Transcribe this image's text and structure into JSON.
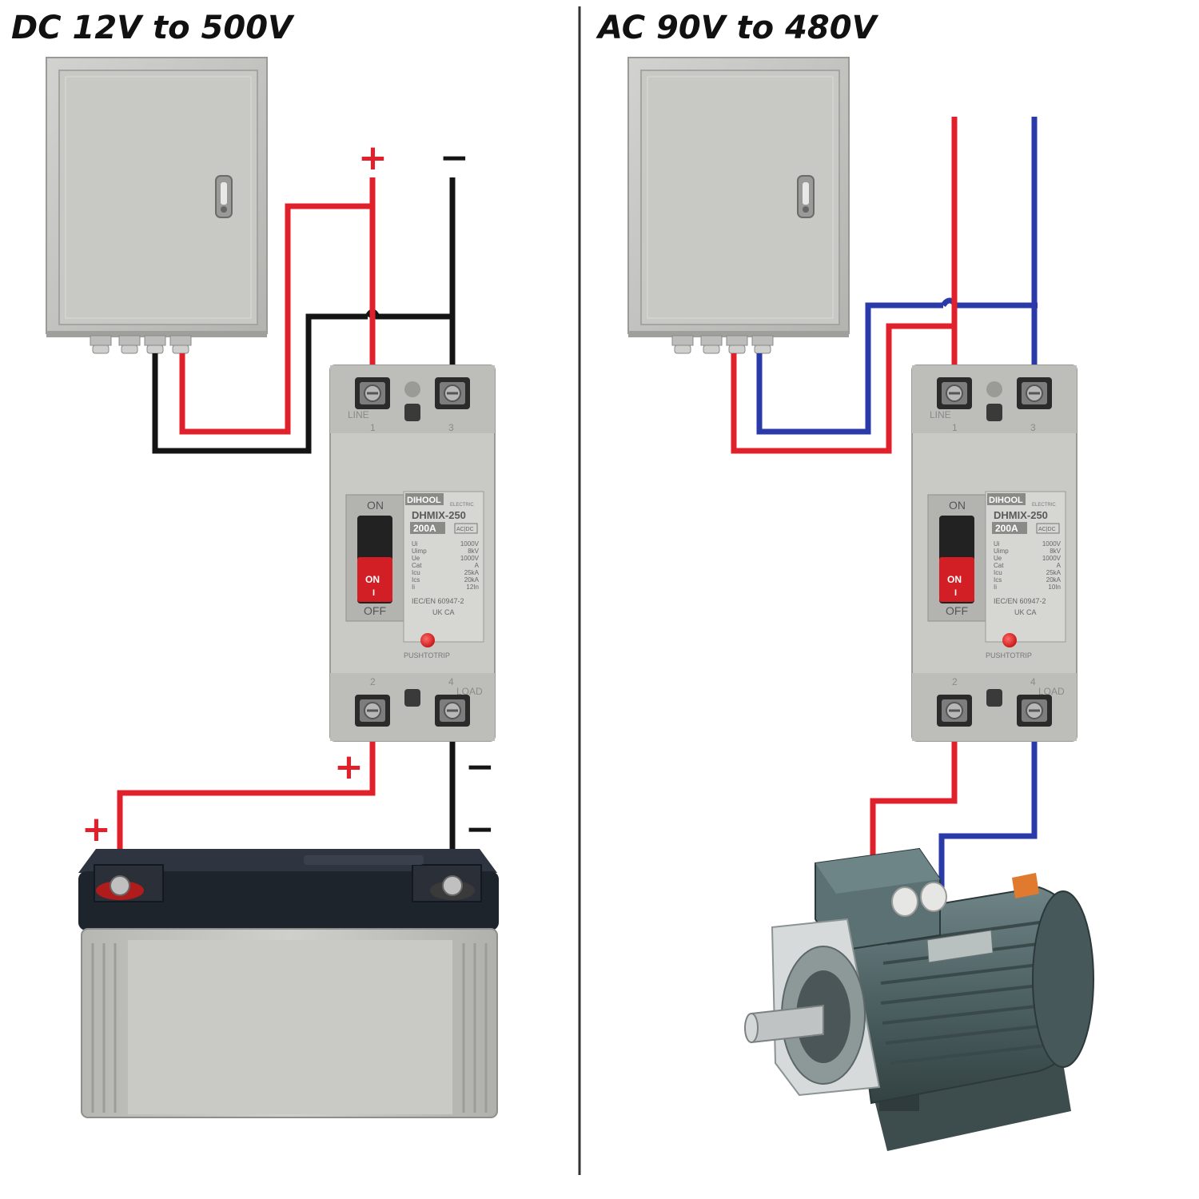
{
  "panels": {
    "left": {
      "title": "DC 12V to 500V",
      "wire_colors": {
        "positive": "#e0202a",
        "negative": "#141414"
      },
      "marks": {
        "plus": "+",
        "minus": "−"
      }
    },
    "right": {
      "title": "AC 90V to 480V",
      "wire_colors": {
        "line1": "#e0202a",
        "line2": "#2a3aa8"
      }
    }
  },
  "breaker": {
    "brand": "DIHOOL",
    "brand_sub": "ELECTRIC",
    "model": "DHMIX-250",
    "rating": "200A",
    "type_badge": "AC|DC",
    "on_label": "ON",
    "off_label": "OFF",
    "toggle_on": "ON",
    "toggle_i": "I",
    "line_label": "LINE",
    "load_label": "LOAD",
    "terminal_1": "1",
    "terminal_3": "3",
    "terminal_2": "2",
    "terminal_4": "4",
    "push_to_trip": "PUSHTOTRIP",
    "standard": "IEC/EN 60947-2",
    "cert": "UK CA",
    "spec_keys": [
      "Ui",
      "Uimp",
      "Ue",
      "Cat",
      "Icu",
      "Ics",
      "Ii"
    ],
    "left_spec_values": [
      "1000V",
      "8kV",
      "1000V",
      "A",
      "25kA",
      "20kA",
      "12In"
    ],
    "right_spec_values": [
      "1000V",
      "8kV",
      "1000V",
      "A",
      "25kA",
      "20kA",
      "10In"
    ]
  },
  "colors": {
    "enclosure": "#c4c4c2",
    "breaker_body": "#c9c9c6",
    "battery": "#c2c2bf",
    "motor": "#4f6466",
    "divider": "#333333"
  }
}
